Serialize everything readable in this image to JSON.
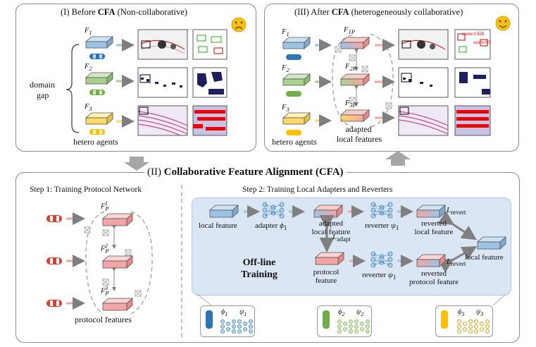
{
  "panel1": {
    "title_prefix": "(I) Before ",
    "title_bold": "CFA",
    "title_suffix": " (Non-collaborative)",
    "mood": "sad",
    "labels": {
      "domain": "domain",
      "gap": "gap",
      "hetero": "hetero agents"
    },
    "features": [
      {
        "label": "F",
        "sub": "1",
        "color": "#9cc3e6"
      },
      {
        "label": "F",
        "sub": "2",
        "color": "#a9d18e"
      },
      {
        "label": "F",
        "sub": "3",
        "color": "#ffd966"
      }
    ]
  },
  "panel3": {
    "title_prefix": "(III) After ",
    "title_bold": "CFA",
    "title_suffix": " (heterogeneously collaborative)",
    "mood": "happy",
    "labels": {
      "hetero": "hetero agents",
      "adapted1": "adapted",
      "adapted2": "local features"
    },
    "adapted": [
      {
        "label": "F",
        "sub": "1P"
      },
      {
        "label": "F",
        "sub": "2P"
      },
      {
        "label": "F",
        "sub": "3P"
      }
    ],
    "scores": [
      "score:0.525",
      "score:0.5"
    ]
  },
  "panel2": {
    "title_prefix": "(II) ",
    "title_bold": "Collaborative Feature Alignment (CFA)",
    "step1": {
      "title": "Step 1: Training Protocol Network",
      "caption": "protocol features",
      "features": [
        {
          "label": "F",
          "sup": "1",
          "sub": "P"
        },
        {
          "label": "F",
          "sup": "2",
          "sub": "P"
        },
        {
          "label": "F",
          "sup": "3",
          "sub": "P"
        }
      ]
    },
    "step2": {
      "title": "Step 2: Training Local Adapters and Reverters",
      "local_feature": "local feature",
      "adapter": "adapter",
      "adapter_sym": "ϕ",
      "adapter_sub": "1",
      "adapted_l1": "adapted",
      "adapted_l2": "local feature",
      "reverter": "reverter",
      "reverter_sym": "ψ",
      "reverter_sub": "1",
      "reverted_local_l1": "reverted",
      "reverted_local_l2": "local feature",
      "l_revert": "L",
      "l_revert_sub": "revert",
      "l_adapt": "L",
      "l_adapt_sub": "adapt",
      "local_feature_right": "local feature",
      "protocol_l1": "protocol",
      "protocol_l2": "feature",
      "reverted_protocol_l1": "reverted",
      "reverted_protocol_l2": "protocol feature",
      "offline_l1": "Off-line",
      "offline_l2": "Training"
    },
    "legend": [
      {
        "phi": "ϕ",
        "phi_sub": "1",
        "psi": "ψ",
        "psi_sub": "1",
        "color": "#2e75b6"
      },
      {
        "phi": "ϕ",
        "phi_sub": "2",
        "psi": "ψ",
        "psi_sub": "2",
        "color": "#70ad47"
      },
      {
        "phi": "ϕ",
        "phi_sub": "3",
        "psi": "ψ",
        "psi_sub": "3",
        "color": "#ffc000"
      }
    ]
  },
  "colors": {
    "blue": "#2e75b6",
    "green": "#70ad47",
    "yellow": "#ffc000",
    "red": "#e03c31",
    "panel_border": "#8c8c8c",
    "step2_bg": "#dbe6f4",
    "gray_arrow": "#a6a6a6"
  }
}
